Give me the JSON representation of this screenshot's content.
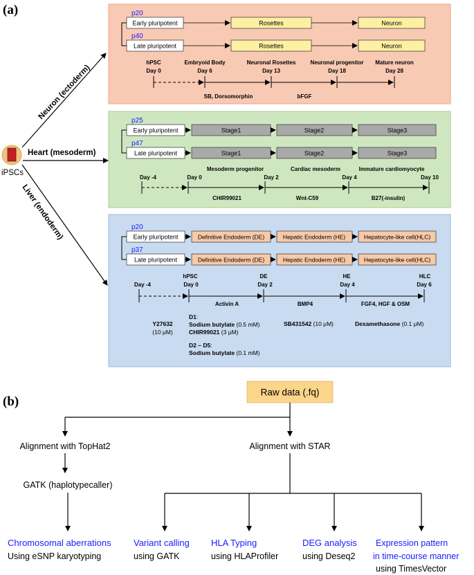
{
  "panel_a": {
    "label": "(a)",
    "ipsc": {
      "label": "iPSCs"
    },
    "branches": {
      "neuron": "Neuron (ectoderm)",
      "heart": "Heart (mesoderm)",
      "liver": "Liver (endoderm)"
    },
    "neuron": {
      "early_passage": "p20",
      "late_passage": "p40",
      "early_box": "Early pluripotent",
      "late_box": "Late pluripotent",
      "early_stages": [
        "Rosettes",
        "Neuron"
      ],
      "late_stages": [
        "Rosettes",
        "Neuron"
      ],
      "stage_labels": [
        "hPSC",
        "Embryoid Body",
        "Neuronal Rosettes",
        "Neuronal progenitor",
        "Mature neuron"
      ],
      "days": [
        "Day 0",
        "Day 6",
        "Day 13",
        "Day 18",
        "Day 28"
      ],
      "treatments": [
        "SB, Dorsomorphin",
        "bFGF"
      ]
    },
    "heart": {
      "early_passage": "p25",
      "late_passage": "p47",
      "early_box": "Early pluripotent",
      "late_box": "Late pluripotent",
      "early_stages": [
        "Stage1",
        "Stage2",
        "Stage3"
      ],
      "late_stages": [
        "Stage1",
        "Stage2",
        "Stage3"
      ],
      "stage_labels": [
        "Mesoderm progenitor",
        "Cardiac mesoderm",
        "Immature cardiomyocyte"
      ],
      "days": [
        "Day -4",
        "Day 0",
        "Day 2",
        "Day 4",
        "Day 10"
      ],
      "treatments": [
        "CHIR99021",
        "Wnt-C59",
        "B27(-insulin)"
      ]
    },
    "liver": {
      "early_passage": "p20",
      "late_passage": "p37",
      "early_box": "Early pluripotent",
      "late_box": "Late pluripotent",
      "early_stages": [
        "Definitive Endoderm (DE)",
        "Hepatic Endoderm (HE)",
        "Hepatocyte-like cell(HLC)"
      ],
      "late_stages": [
        "Definitive Endoderm (DE)",
        "Hepatic Endoderm (HE)",
        "Hepatocyte-like cell(HLC)"
      ],
      "stage_labels": [
        "hPSC",
        "DE",
        "HE",
        "HLC"
      ],
      "days": [
        "Day -4",
        "Day 0",
        "Day 2",
        "Day 4",
        "Day 6"
      ],
      "treatments": [
        "Activin A",
        "BMP4",
        "FGF4, HGF & OSM"
      ],
      "notes": {
        "y27632_name": "Y27632",
        "y27632_conc": "(10 μM)",
        "d1_title": "D1",
        "d1_colon": ":",
        "d1_line1_name": "Sodium butylate",
        "d1_line1_conc": " (0.5 mM)",
        "d1_line2_name": "CHIR99021",
        "d1_line2_conc": " (3 μM)",
        "d2_title": "D2 – D5",
        "d2_colon": ":",
        "d2_line1_name": "Sodium butylate",
        "d2_line1_conc": " (0.1 mM)",
        "sb_name": "SB431542",
        "sb_conc": " (10 μM)",
        "dex_name": "Dexamethasone",
        "dex_conc": " (0.1 μM)"
      }
    }
  },
  "panel_b": {
    "label": "(b)",
    "raw_data": "Raw data (.fq)",
    "tophat": "Alignment with TopHat2",
    "star": "Alignment with STAR",
    "gatk": "GATK (haplotypecaller)",
    "outputs": [
      {
        "title": "Chromosomal aberrations",
        "subtitle": "Using eSNP karyotyping"
      },
      {
        "title": "Variant calling",
        "subtitle": "using GATK"
      },
      {
        "title": "HLA Typing",
        "subtitle": "using HLAProfiler"
      },
      {
        "title": "DEG analysis",
        "subtitle": "using Deseq2"
      },
      {
        "title": "Expression pattern",
        "title2": "in time-course manner",
        "subtitle": "using TimesVector"
      }
    ]
  },
  "colors": {
    "neuron_bg": "#f8c9b3",
    "heart_bg": "#cfe7c0",
    "liver_bg": "#c9dbf0",
    "neuron_stage": "#fdf0a2",
    "heart_stage": "#a9a9a9",
    "liver_stage": "#f6c9a8",
    "passage": "#1a1aff",
    "output_title": "#1a1aff",
    "raw_box": "#fad58a"
  }
}
